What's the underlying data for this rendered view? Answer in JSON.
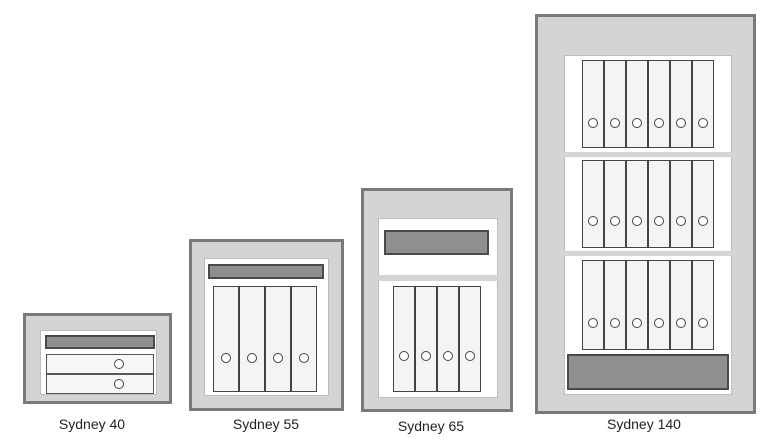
{
  "safes": [
    {
      "name": "Sydney 40"
    },
    {
      "name": "Sydney 55"
    },
    {
      "name": "Sydney 65"
    },
    {
      "name": "Sydney 140"
    }
  ]
}
